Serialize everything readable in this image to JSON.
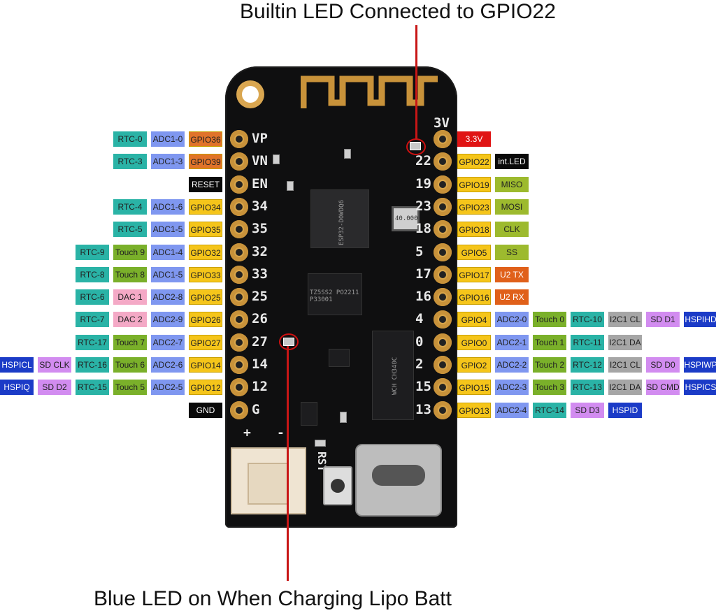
{
  "titles": {
    "top": "Builtin LED Connected to GPIO22",
    "bottom": "Blue LED on When Charging Lipo Batt"
  },
  "board": {
    "left_silk": [
      "VP",
      "VN",
      "EN",
      "34",
      "35",
      "32",
      "33",
      "25",
      "26",
      "27",
      "14",
      "12",
      "G"
    ],
    "right_silk": [
      "3V",
      "22",
      "19",
      "23",
      "18",
      "5",
      "17",
      "16",
      "4",
      "0",
      "2",
      "15",
      "13"
    ],
    "chip_labels": [
      "ESP32-D0WDQ6",
      "TZ5SS2 PO2211 P33001",
      "WCH CH340C"
    ],
    "rst_label": "RST",
    "plus_label": "+",
    "minus_label": "-",
    "crystal_label": "40.000"
  },
  "colors": {
    "rtc": "#2ab3a6",
    "adc": "#7f97f0",
    "gpio": "#f5c51a",
    "gpio_analog_only": "#e0732a",
    "touch": "#7ab02a",
    "dac": "#f4a9c6",
    "sd": "#d28cf0",
    "hspi": "#1b3bc7",
    "i2c": "#a6a6a6",
    "power": "#e01414",
    "black": "#0a0a0a",
    "spi": "#9dba2e",
    "uart": "#e0601a",
    "annotation": "#d01010"
  },
  "left_rows": [
    [
      {
        "text": "RTC-0",
        "c": "rtc"
      },
      {
        "text": "ADC1-0",
        "c": "adc"
      },
      {
        "text": "GPIO36",
        "c": "gpio_analog_only"
      }
    ],
    [
      {
        "text": "RTC-3",
        "c": "rtc"
      },
      {
        "text": "ADC1-3",
        "c": "adc"
      },
      {
        "text": "GPIO39",
        "c": "gpio_analog_only"
      }
    ],
    [
      {
        "text": "RESET",
        "c": "black"
      }
    ],
    [
      {
        "text": "RTC-4",
        "c": "rtc"
      },
      {
        "text": "ADC1-6",
        "c": "adc"
      },
      {
        "text": "GPIO34",
        "c": "gpio"
      }
    ],
    [
      {
        "text": "RTC-5",
        "c": "rtc"
      },
      {
        "text": "ADC1-5",
        "c": "adc"
      },
      {
        "text": "GPIO35",
        "c": "gpio"
      }
    ],
    [
      {
        "text": "RTC-9",
        "c": "rtc"
      },
      {
        "text": "Touch 9",
        "c": "touch"
      },
      {
        "text": "ADC1-4",
        "c": "adc"
      },
      {
        "text": "GPIO32",
        "c": "gpio"
      }
    ],
    [
      {
        "text": "RTC-8",
        "c": "rtc"
      },
      {
        "text": "Touch 8",
        "c": "touch"
      },
      {
        "text": "ADC1-5",
        "c": "adc"
      },
      {
        "text": "GPIO33",
        "c": "gpio"
      }
    ],
    [
      {
        "text": "RTC-6",
        "c": "rtc"
      },
      {
        "text": "DAC 1",
        "c": "dac"
      },
      {
        "text": "ADC2-8",
        "c": "adc"
      },
      {
        "text": "GPIO25",
        "c": "gpio"
      }
    ],
    [
      {
        "text": "RTC-7",
        "c": "rtc"
      },
      {
        "text": "DAC 2",
        "c": "dac"
      },
      {
        "text": "ADC2-9",
        "c": "adc"
      },
      {
        "text": "GPIO26",
        "c": "gpio"
      }
    ],
    [
      {
        "text": "RTC-17",
        "c": "rtc"
      },
      {
        "text": "Touch 7",
        "c": "touch"
      },
      {
        "text": "ADC2-7",
        "c": "adc"
      },
      {
        "text": "GPIO27",
        "c": "gpio"
      }
    ],
    [
      {
        "text": "HSPICL",
        "c": "hspi"
      },
      {
        "text": "SD CLK",
        "c": "sd"
      },
      {
        "text": "RTC-16",
        "c": "rtc"
      },
      {
        "text": "Touch 6",
        "c": "touch"
      },
      {
        "text": "ADC2-6",
        "c": "adc"
      },
      {
        "text": "GPIO14",
        "c": "gpio"
      }
    ],
    [
      {
        "text": "HSPIQ",
        "c": "hspi"
      },
      {
        "text": "SD D2",
        "c": "sd"
      },
      {
        "text": "RTC-15",
        "c": "rtc"
      },
      {
        "text": "Touch 5",
        "c": "touch"
      },
      {
        "text": "ADC2-5",
        "c": "adc"
      },
      {
        "text": "GPIO12",
        "c": "gpio"
      }
    ],
    [
      {
        "text": "GND",
        "c": "black"
      }
    ]
  ],
  "right_rows": [
    [
      {
        "text": "3.3V",
        "c": "power"
      }
    ],
    [
      {
        "text": "GPIO22",
        "c": "gpio"
      },
      {
        "text": "int.LED",
        "c": "black"
      }
    ],
    [
      {
        "text": "GPIO19",
        "c": "gpio"
      },
      {
        "text": "MISO",
        "c": "spi"
      }
    ],
    [
      {
        "text": "GPIO23",
        "c": "gpio"
      },
      {
        "text": "MOSI",
        "c": "spi"
      }
    ],
    [
      {
        "text": "GPIO18",
        "c": "gpio"
      },
      {
        "text": "CLK",
        "c": "spi"
      }
    ],
    [
      {
        "text": "GPIO5",
        "c": "gpio"
      },
      {
        "text": "SS",
        "c": "spi"
      }
    ],
    [
      {
        "text": "GPIO17",
        "c": "gpio"
      },
      {
        "text": "U2 TX",
        "c": "uart"
      }
    ],
    [
      {
        "text": "GPIO16",
        "c": "gpio"
      },
      {
        "text": "U2 RX",
        "c": "uart"
      }
    ],
    [
      {
        "text": "GPIO4",
        "c": "gpio"
      },
      {
        "text": "ADC2-0",
        "c": "adc"
      },
      {
        "text": "Touch 0",
        "c": "touch"
      },
      {
        "text": "RTC-10",
        "c": "rtc"
      },
      {
        "text": "I2C1 CL",
        "c": "i2c"
      },
      {
        "text": "SD D1",
        "c": "sd"
      },
      {
        "text": "HSPIHD",
        "c": "hspi"
      }
    ],
    [
      {
        "text": "GPIO0",
        "c": "gpio"
      },
      {
        "text": "ADC2-1",
        "c": "adc"
      },
      {
        "text": "Touch 1",
        "c": "touch"
      },
      {
        "text": "RTC-11",
        "c": "rtc"
      },
      {
        "text": "I2C1 DA",
        "c": "i2c"
      }
    ],
    [
      {
        "text": "GPIO2",
        "c": "gpio"
      },
      {
        "text": "ADC2-2",
        "c": "adc"
      },
      {
        "text": "Touch 2",
        "c": "touch"
      },
      {
        "text": "RTC-12",
        "c": "rtc"
      },
      {
        "text": "I2C1 CL",
        "c": "i2c"
      },
      {
        "text": "SD D0",
        "c": "sd"
      },
      {
        "text": "HSPIWP",
        "c": "hspi"
      }
    ],
    [
      {
        "text": "GPIO15",
        "c": "gpio"
      },
      {
        "text": "ADC2-3",
        "c": "adc"
      },
      {
        "text": "Touch 3",
        "c": "touch"
      },
      {
        "text": "RTC-13",
        "c": "rtc"
      },
      {
        "text": "I2C1 DA",
        "c": "i2c"
      },
      {
        "text": "SD CMD",
        "c": "sd"
      },
      {
        "text": "HSPICS",
        "c": "hspi"
      }
    ],
    [
      {
        "text": "GPIO13",
        "c": "gpio"
      },
      {
        "text": "ADC2-4",
        "c": "adc"
      },
      {
        "text": "RTC-14",
        "c": "rtc"
      },
      {
        "text": "SD D3",
        "c": "sd"
      },
      {
        "text": "HSPID",
        "c": "hspi"
      }
    ]
  ]
}
